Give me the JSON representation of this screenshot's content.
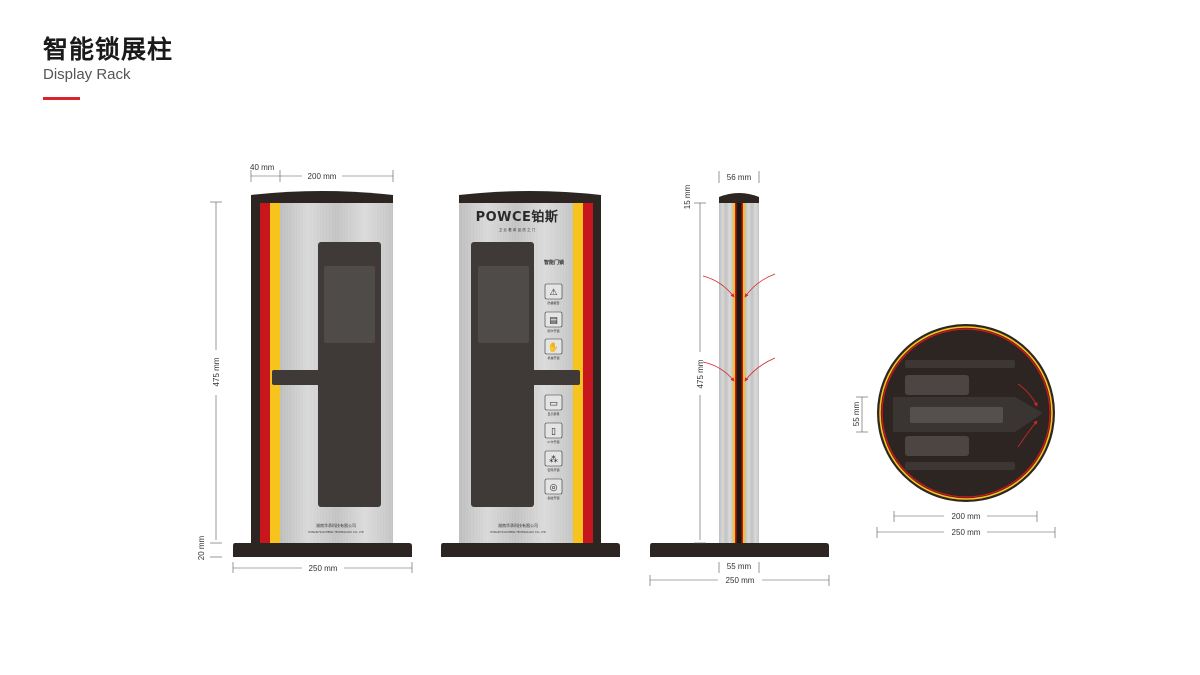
{
  "header": {
    "title": "智能锁展柱",
    "subtitle": "Display Rack"
  },
  "colors": {
    "accent": "#d9242b",
    "frame": "#2c2522",
    "stripe_red": "#c8161e",
    "stripe_yellow": "#f6c41c",
    "stripe_black": "#1c1714",
    "steel": "#c6c6c6",
    "lock_body": "#3f3a38",
    "lock_screen": "#4f4b49"
  },
  "dimensions": {
    "front": {
      "top_offset": "40 mm",
      "top_width": "200 mm",
      "height": "475 mm",
      "base_height": "20 mm",
      "base_width": "250 mm"
    },
    "side": {
      "top_width": "56 mm",
      "top_cap": "15 mm",
      "height": "475 mm",
      "body_width": "55 mm",
      "base_width": "250 mm"
    },
    "top_view": {
      "depth": "55 mm",
      "inner_width": "200 mm",
      "outer_width": "250 mm"
    }
  },
  "back_panel": {
    "logo": "POWCE铂斯",
    "slogan": "卫 业 看 希 品 质 之 门",
    "brand_mark": "智能门锁",
    "features": [
      {
        "icon": "alarm-icon",
        "label": "防撬报警"
      },
      {
        "icon": "card-icon",
        "label": "刷卡开锁"
      },
      {
        "icon": "hand-icon",
        "label": "机械开锁"
      },
      {
        "icon": "screen-icon",
        "label": "显示屏幕"
      },
      {
        "icon": "card-slot-icon",
        "label": "IC卡开锁"
      },
      {
        "icon": "keypad-icon",
        "label": "密码开锁"
      },
      {
        "icon": "fingerprint-icon",
        "label": "指纹开锁"
      }
    ]
  },
  "footer_plate": {
    "company": "湖南华承科技有限公司",
    "company_en": "HUNAN HUACHENG TECHNOLOGY CO., LTD"
  }
}
